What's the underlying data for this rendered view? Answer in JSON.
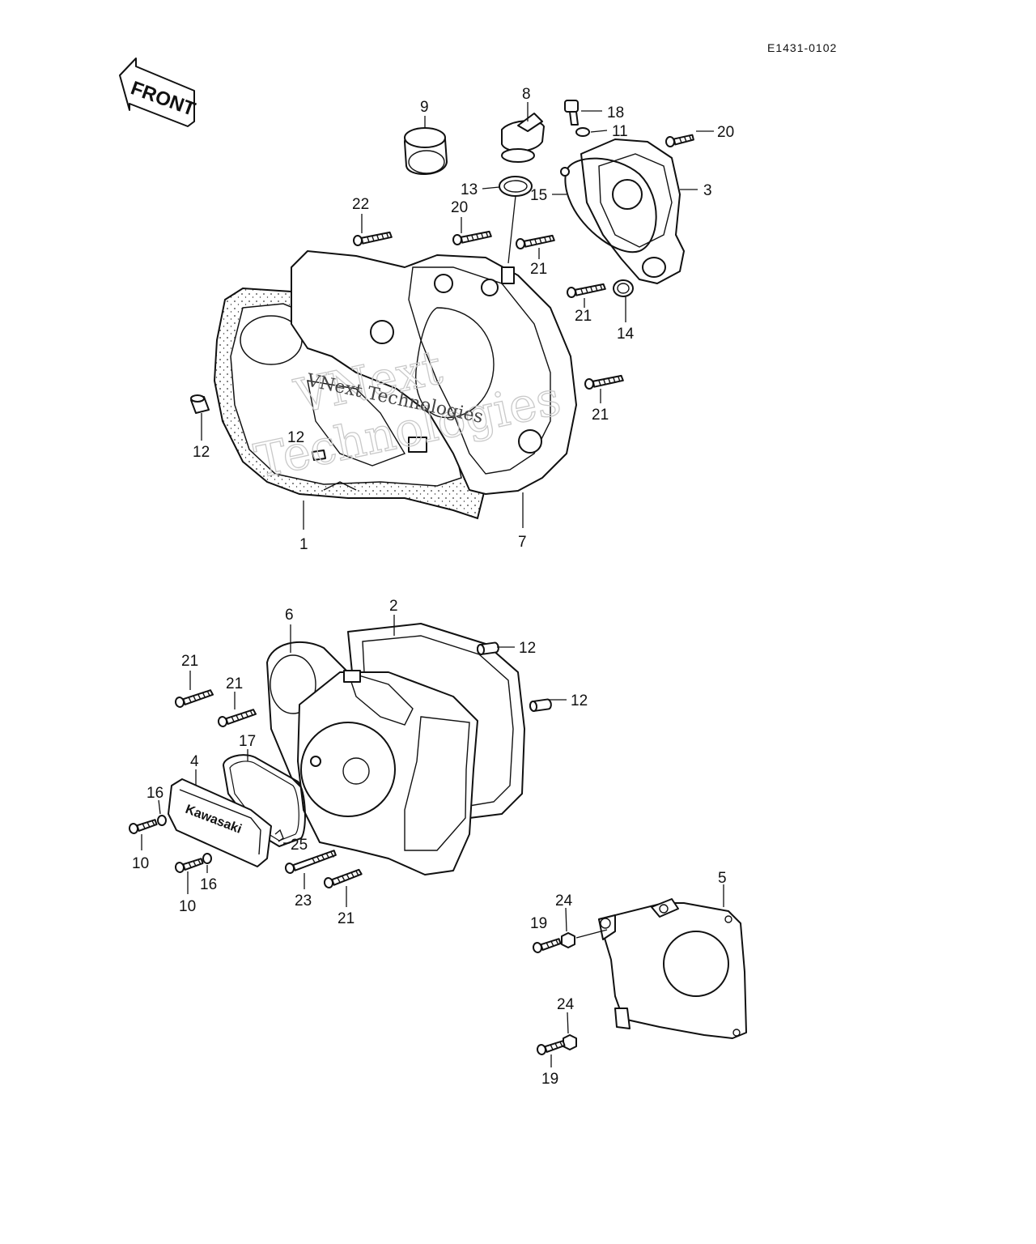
{
  "diagram": {
    "code": "E1431-0102",
    "front_label": "FRONT",
    "callouts": [
      {
        "id": "c8",
        "text": "8"
      },
      {
        "id": "c9",
        "text": "9"
      },
      {
        "id": "c18",
        "text": "18"
      },
      {
        "id": "c11",
        "text": "11"
      },
      {
        "id": "c20a",
        "text": "20"
      },
      {
        "id": "c3",
        "text": "3"
      },
      {
        "id": "c13",
        "text": "13"
      },
      {
        "id": "c15",
        "text": "15"
      },
      {
        "id": "c22",
        "text": "22"
      },
      {
        "id": "c20b",
        "text": "20"
      },
      {
        "id": "c21a",
        "text": "21"
      },
      {
        "id": "c21b",
        "text": "21"
      },
      {
        "id": "c14",
        "text": "14"
      },
      {
        "id": "c21c",
        "text": "21"
      },
      {
        "id": "c12a",
        "text": "12"
      },
      {
        "id": "c12b",
        "text": "12"
      },
      {
        "id": "c1",
        "text": "1"
      },
      {
        "id": "c7",
        "text": "7"
      },
      {
        "id": "c6",
        "text": "6"
      },
      {
        "id": "c2",
        "text": "2"
      },
      {
        "id": "c12c",
        "text": "12"
      },
      {
        "id": "c12d",
        "text": "12"
      },
      {
        "id": "c21d",
        "text": "21"
      },
      {
        "id": "c21e",
        "text": "21"
      },
      {
        "id": "c17",
        "text": "17"
      },
      {
        "id": "c4",
        "text": "4"
      },
      {
        "id": "c16a",
        "text": "16"
      },
      {
        "id": "c10a",
        "text": "10"
      },
      {
        "id": "c25",
        "text": "25"
      },
      {
        "id": "c16b",
        "text": "16"
      },
      {
        "id": "c10b",
        "text": "10"
      },
      {
        "id": "c23",
        "text": "23"
      },
      {
        "id": "c21f",
        "text": "21"
      },
      {
        "id": "c5",
        "text": "5"
      },
      {
        "id": "c24a",
        "text": "24"
      },
      {
        "id": "c19a",
        "text": "19"
      },
      {
        "id": "c24b",
        "text": "24"
      },
      {
        "id": "c19b",
        "text": "19"
      }
    ],
    "watermark": {
      "line1": "VNext",
      "line2": "Technologies",
      "center": "VNext Technologies"
    },
    "cover_brand": "Kawasaki"
  }
}
